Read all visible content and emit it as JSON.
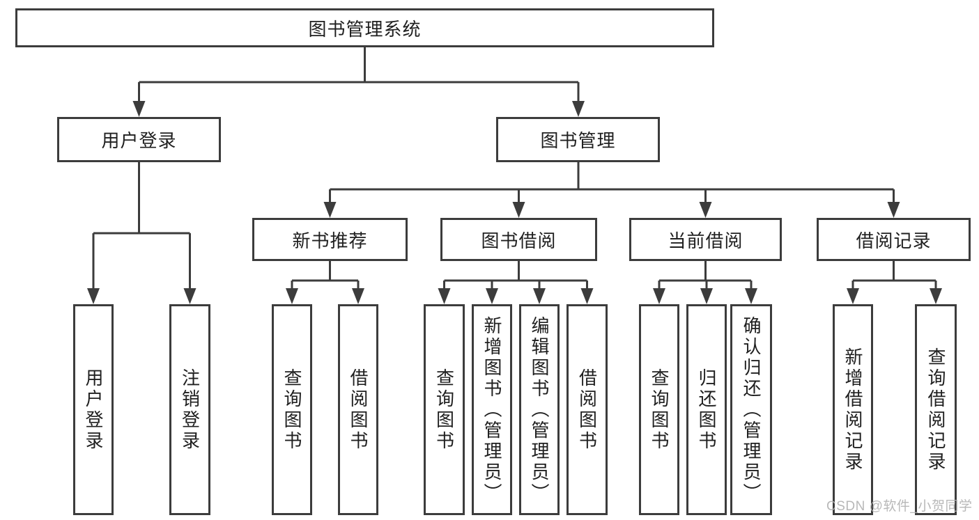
{
  "diagram_title": "图书管理系统",
  "nodes": {
    "root": {
      "label": "图书管理系统"
    },
    "userLogin": {
      "label": "用户登录"
    },
    "bookManagement": {
      "label": "图书管理"
    },
    "newBookRecommend": {
      "label": "新书推荐"
    },
    "bookBorrow": {
      "label": "图书借阅"
    },
    "currentBorrow": {
      "label": "当前借阅"
    },
    "borrowRecords": {
      "label": "借阅记录"
    },
    "leafUserLogin": {
      "label": "用户登录"
    },
    "leafLogout": {
      "label": "注销登录"
    },
    "leafQueryBook1": {
      "label": "查询图书"
    },
    "leafBorrowBook1": {
      "label": "借阅图书"
    },
    "leafQueryBook2": {
      "label": "查询图书"
    },
    "leafAddBook": {
      "label": "新增图书（管理员）"
    },
    "leafEditBook": {
      "label": "编辑图书（管理员）"
    },
    "leafBorrowBook2": {
      "label": "借阅图书"
    },
    "leafQueryBook3": {
      "label": "查询图书"
    },
    "leafReturnBook": {
      "label": "归还图书"
    },
    "leafConfirmReturn": {
      "label": "确认归还（管理员）"
    },
    "leafAddBorrowRecord": {
      "label": "新增借阅记录"
    },
    "leafQueryBorrowRecord": {
      "label": "查询借阅记录"
    }
  },
  "hierarchy": {
    "图书管理系统": {
      "用户登录": [
        "用户登录",
        "注销登录"
      ],
      "图书管理": {
        "新书推荐": [
          "查询图书",
          "借阅图书"
        ],
        "图书借阅": [
          "查询图书",
          "新增图书（管理员）",
          "编辑图书（管理员）",
          "借阅图书"
        ],
        "当前借阅": [
          "查询图书",
          "归还图书",
          "确认归还（管理员）"
        ],
        "借阅记录": [
          "新增借阅记录",
          "查询借阅记录"
        ]
      }
    }
  },
  "watermark": {
    "text": "CSDN @软件_小贺同学"
  },
  "colors": {
    "line": "#3c3c3c",
    "border": "#3c3c3c",
    "text": "#1f1f1f",
    "watermark": "#b2b2b2",
    "background": "#ffffff"
  }
}
